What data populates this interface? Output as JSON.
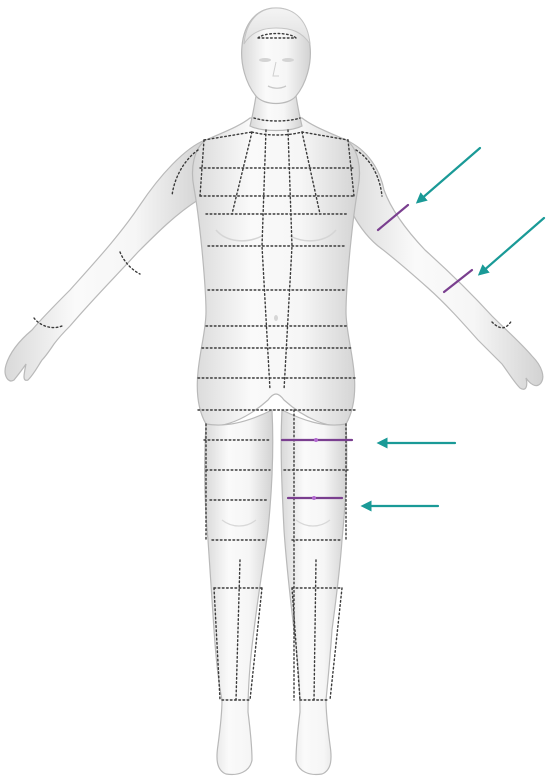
{
  "colors": {
    "background": "#ffffff",
    "arrow": "#1a9a97",
    "measurement_line": "#7a3f8f",
    "guide_dots": "#3a3a3a"
  },
  "figure": {
    "subject": "female-mannequin-front-view",
    "highlighted_measurements": [
      "upper-arm",
      "forearm",
      "thigh",
      "knee"
    ]
  },
  "icons": [
    "arrow-icon",
    "mannequin-figure"
  ]
}
